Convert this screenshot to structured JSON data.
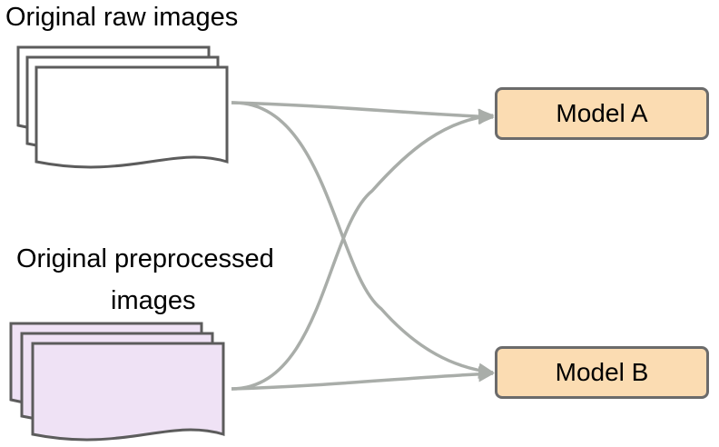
{
  "labels": {
    "raw_images": "Original raw images",
    "preprocessed_line1": "Original preprocessed",
    "preprocessed_line2": "images"
  },
  "models": {
    "a": "Model A",
    "b": "Model B"
  },
  "colors": {
    "model_fill": "#fbdcb2",
    "model_border": "#6b6b6b",
    "raw_stack_fill": "#ffffff",
    "preprocessed_stack_fill": "#efe2f5",
    "stack_outline": "#5c5c5c",
    "arrow": "#a9ada9"
  }
}
